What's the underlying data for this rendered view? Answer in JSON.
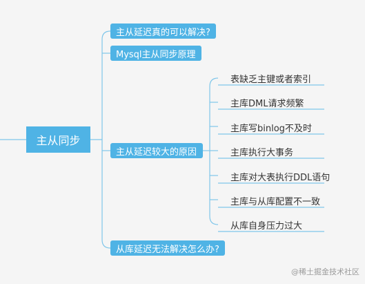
{
  "root": {
    "label": "主从同步"
  },
  "branches": [
    {
      "label": "主从延迟真的可以解决?"
    },
    {
      "label": "Mysql主从同步原理"
    },
    {
      "label": "主从延迟较大的原因"
    },
    {
      "label": "从库延迟无法解决怎么办?"
    }
  ],
  "leaves": [
    {
      "label": "表缺乏主键或者索引"
    },
    {
      "label": "主库DML请求频繁"
    },
    {
      "label": "主库写binlog不及时"
    },
    {
      "label": "主库执行大事务"
    },
    {
      "label": "主库对大表执行DDL语句"
    },
    {
      "label": "主库与从库配置不一致"
    },
    {
      "label": "从库自身压力过大"
    }
  ],
  "watermark": "@稀土掘金技术社区",
  "colors": {
    "node": "#4fb3e5",
    "line": "#7fc6ea",
    "background": "#f5f5f5"
  }
}
